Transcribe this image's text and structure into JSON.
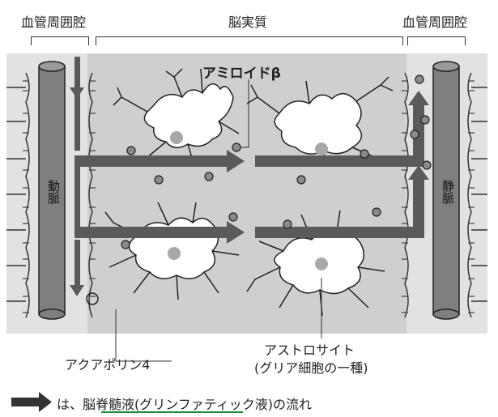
{
  "labels": {
    "perivascular_left": "血管周囲腔",
    "brain_parenchyma": "脳実質",
    "perivascular_right": "血管周囲腔",
    "artery": "動脈",
    "vein": "静脈",
    "amyloid_beta": "アミロイドβ",
    "aquaporin": "アクアポリン4",
    "astrocyte_line1": "アストロサイト",
    "astrocyte_line2": "(グリア細胞の一種)",
    "legend": "は、脳脊髄液(グリンファティック液)の流れ"
  },
  "colors": {
    "space_gray": "#e2e2e2",
    "parenchyma_gray": "#cfcfcf",
    "vessel": "#7f7f7f",
    "arrow": "#5a5a5a",
    "nucleus": "#a8a8a8",
    "particle": "#8a8a8a",
    "accent_underline": "#1e8a3c"
  },
  "icons": [
    "flow-arrow-icon",
    "amyloid-beta-particle-icon",
    "aquaporin-channel-icon"
  ]
}
